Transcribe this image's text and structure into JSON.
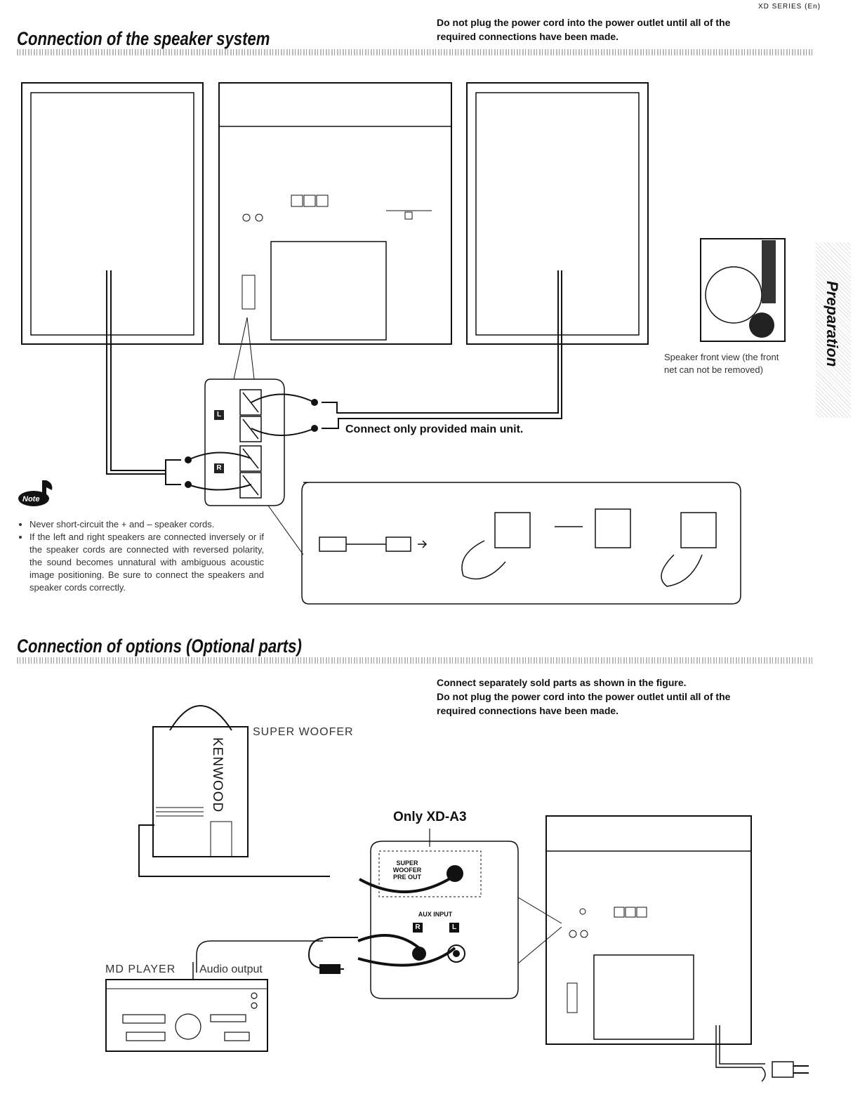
{
  "header": {
    "series": "XD SERIES (En)",
    "warning_top_line1": "Do not plug the power cord into the power outlet until all of the",
    "warning_top_line2": "required connections have been made."
  },
  "section1": {
    "title": "Connection of the speaker system",
    "connect_label": "Connect only provided main unit.",
    "speaker_caption_line1": "Speaker front view (the front",
    "speaker_caption_line2": "net can not be removed)",
    "terminal_L": "L",
    "terminal_R": "R"
  },
  "side_tab": {
    "label": "Preparation"
  },
  "note": {
    "icon_label": "Note",
    "items": [
      "Never short-circuit the + and – speaker cords.",
      "If the left and right speakers are connected inversely or if the speaker cords are connected with reversed polarity, the sound becomes unnatural with ambiguous acoustic image positioning. Be sure to connect the speakers and speaker cords correctly."
    ]
  },
  "section2": {
    "title": "Connection of options (Optional parts)",
    "instr_line1": "Connect separately sold parts as shown in the figure.",
    "instr_line2": "Do not plug the power cord into the power outlet until all of the",
    "instr_line3": "required connections have been made.",
    "super_woofer_label": "SUPER WOOFER",
    "brand": "KENWOOD",
    "only_label": "Only XD-A3",
    "super_woofer_pre_out_1": "SUPER",
    "super_woofer_pre_out_2": "WOOFER",
    "super_woofer_pre_out_3": "PRE OUT",
    "aux_input": "AUX INPUT",
    "aux_R": "R",
    "aux_L": "L",
    "md_player_label": "MD PLAYER",
    "audio_output_label": "Audio output"
  }
}
